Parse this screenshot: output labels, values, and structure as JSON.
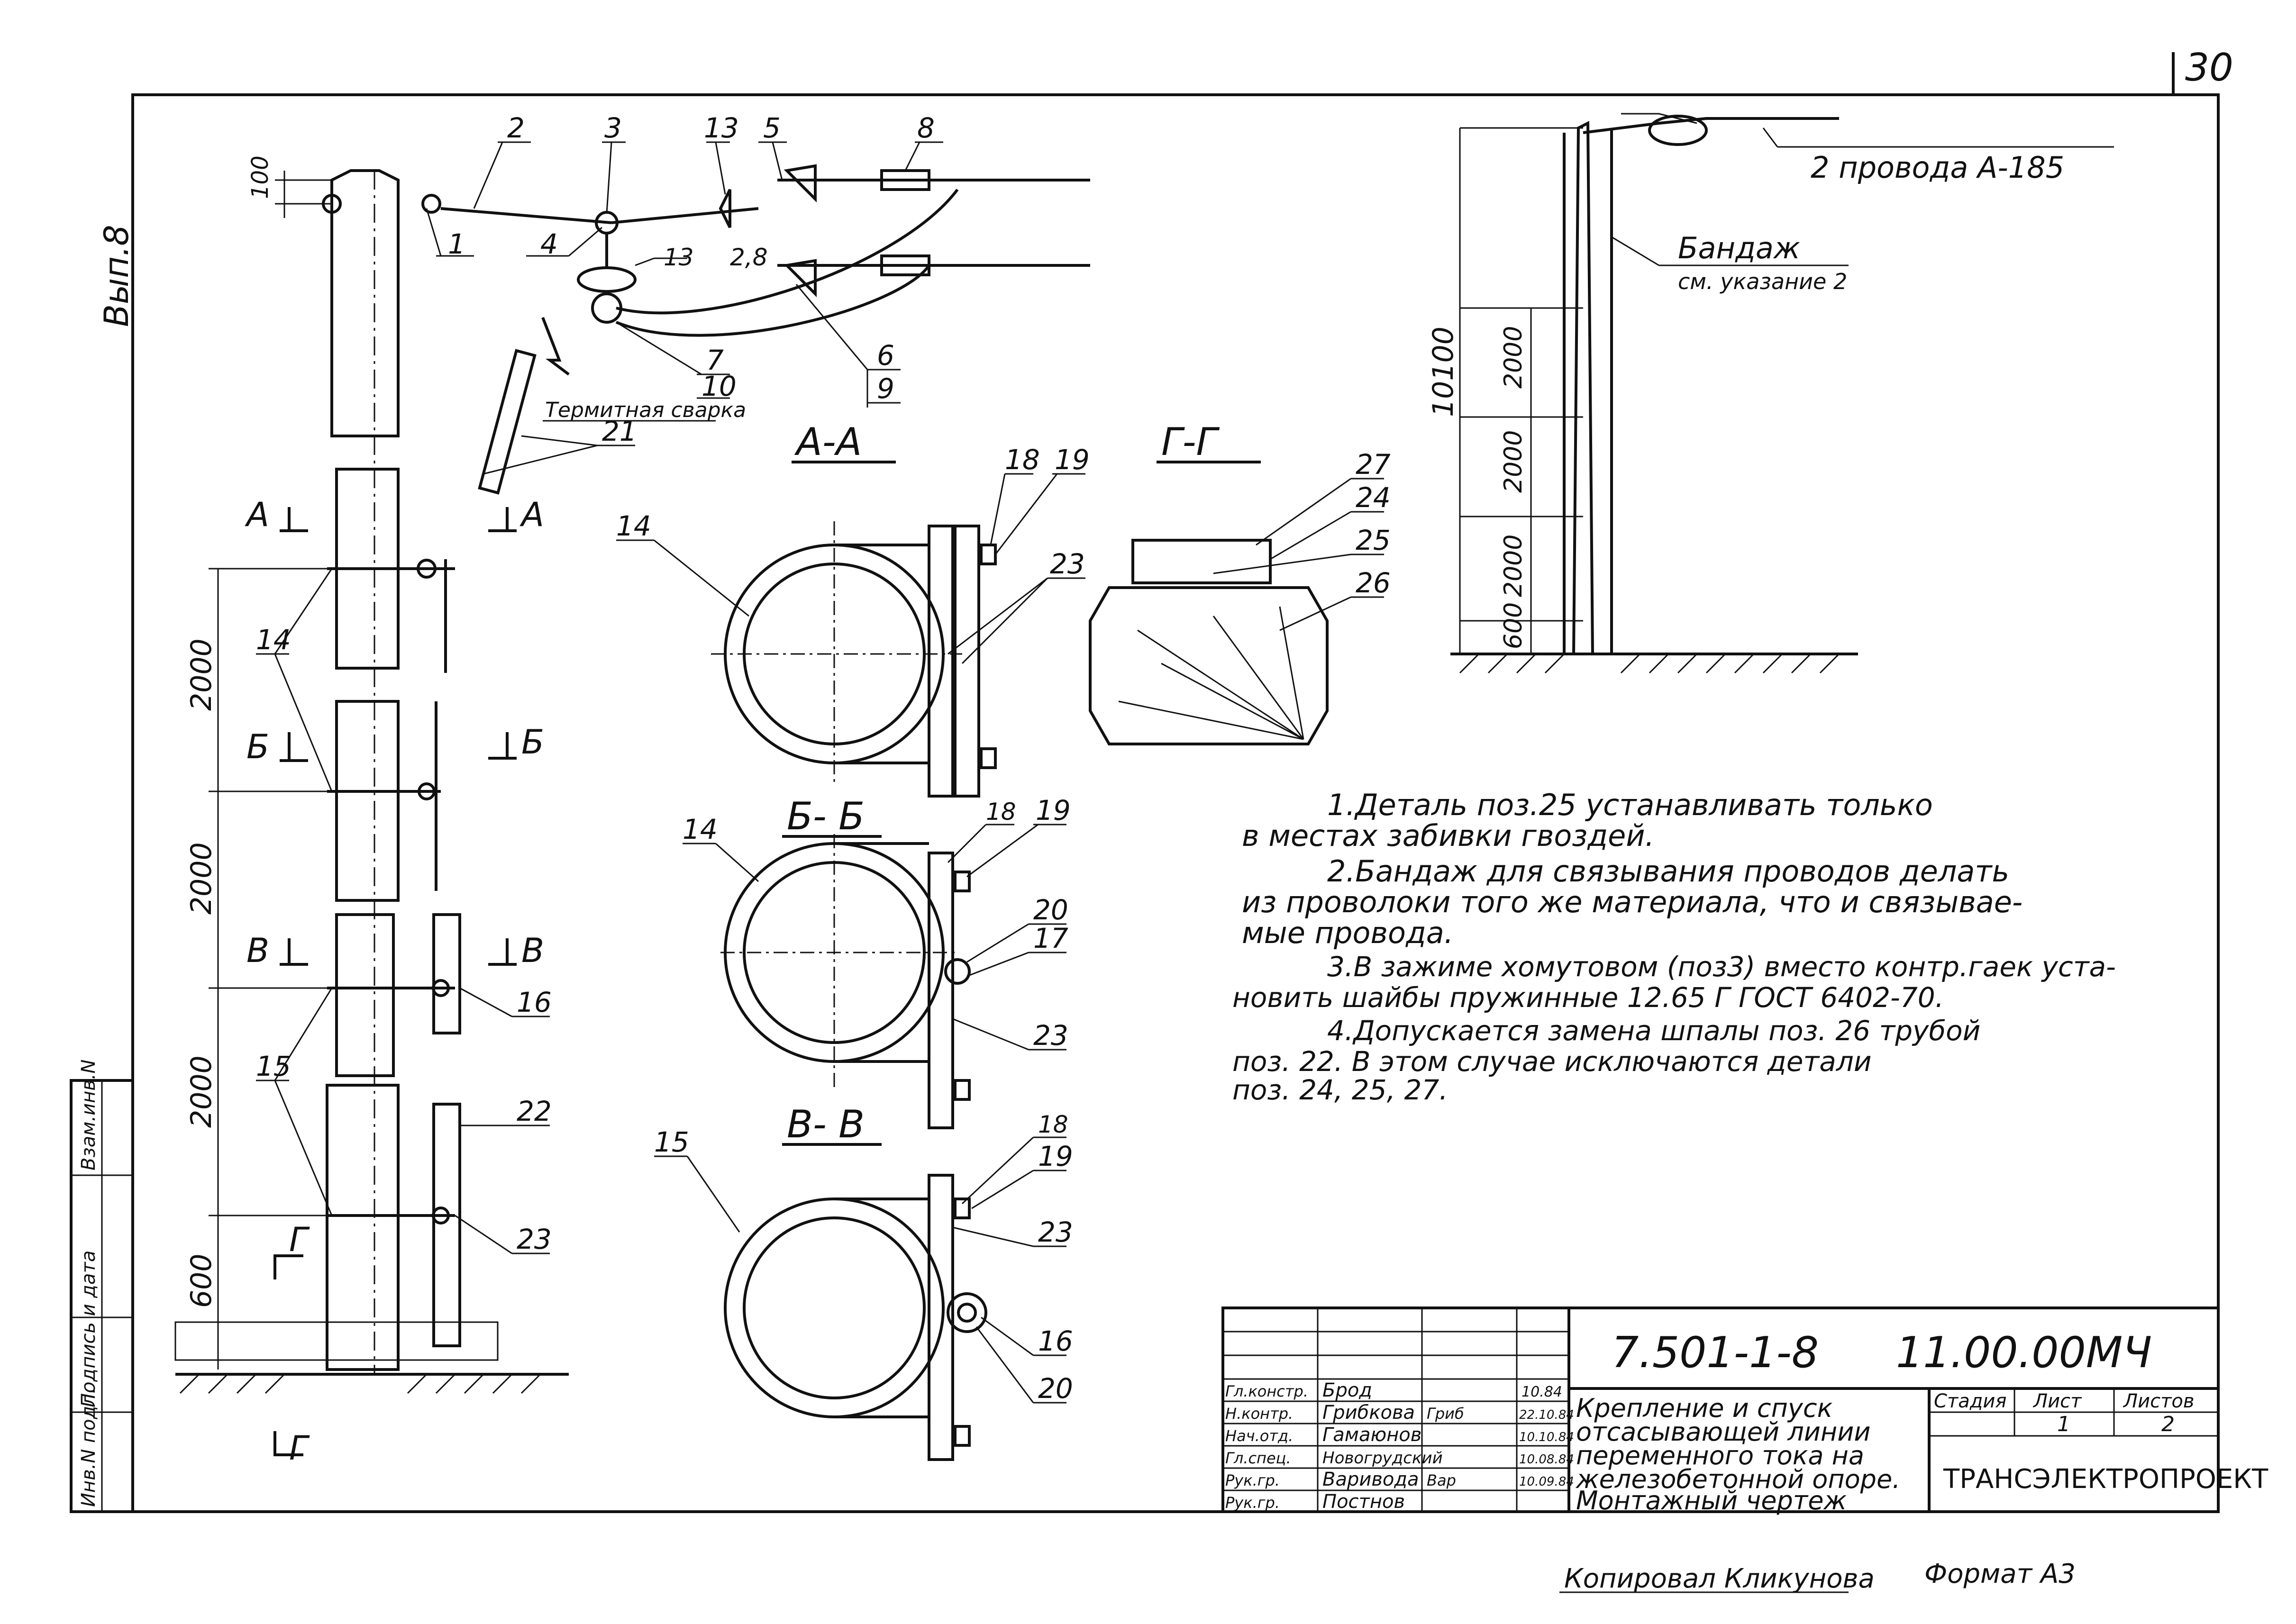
{
  "page_number": "30",
  "side_note": "Вып.8",
  "positions": {
    "p1": "1",
    "p2": "2",
    "p3": "3",
    "p4": "4",
    "p5": "5",
    "p6": "6",
    "p7": "7",
    "p8": "8",
    "p9": "9",
    "p10": "10",
    "p13": "13",
    "p13b": "13",
    "p28": "2,8",
    "p14": "14",
    "p15": "15",
    "p16": "16",
    "p17": "17",
    "p18": "18",
    "p19": "19",
    "p20": "20",
    "p21": "21",
    "p22": "22",
    "p23": "23",
    "p24": "24",
    "p25": "25",
    "p26": "26",
    "p27": "27"
  },
  "main_view": {
    "dim_100": "100",
    "dim_2000a": "2000",
    "dim_2000b": "2000",
    "dim_2000c": "2000",
    "dim_600": "600",
    "cut_a": "А",
    "cut_b": "Б",
    "cut_v": "В",
    "cut_g": "Г",
    "thermite_label": "Термитная сварка"
  },
  "sections": {
    "aa": "А-А",
    "bb": "Б- Б",
    "vv": "В- В",
    "gg": "Г-Г"
  },
  "side_view": {
    "wires_label": "2 провода  А-185",
    "bandage_label": "Бандаж",
    "bandage_ref": "см. указание 2",
    "dim_10100": "10100",
    "dim_2000a": "2000",
    "dim_2000b": "2000",
    "dim_2000c": "2000",
    "dim_600": "600"
  },
  "notes": [
    "1.Деталь поз.25 устанавливать только",
    "в местах забивки гвоздей.",
    "2.Бандаж для связывания проводов делать",
    "из проволоки того же материала, что и связывае-",
    "мые провода.",
    "3.В зажиме хомутовом (поз3) вместо контр.гаек уста-",
    "новить шайбы пружинные  12.65 Г ГОСТ 6402-70.",
    "4.Допускается замена шпалы поз. 26 трубой",
    "поз. 22. В этом случае исключаются детали",
    "поз. 24, 25, 27."
  ],
  "left_strip": {
    "inv_podl": "Инв.N подл.",
    "podpis": "Подпись и дата",
    "vzam": "Взам.инв.N"
  },
  "title_block": {
    "doc_code": "7.501-1-8",
    "doc_number": "11.00.00МЧ",
    "title_lines": [
      "Крепление и спуск",
      "отсасывающей линии",
      "переменного тока на",
      "железобетонной опоре.",
      "Монтажный чертеж"
    ],
    "roles": [
      {
        "role": "Гл.констр.",
        "name": "Брод",
        "sign": "",
        "date": "10.84"
      },
      {
        "role": "Н.контр.",
        "name": "Грибкова",
        "sign": "Гриб",
        "date": "22.10.84"
      },
      {
        "role": "Нач.отд.",
        "name": "Гамаюнов",
        "sign": "",
        "date": "10.10.84"
      },
      {
        "role": "Гл.спец.",
        "name": "Новогрудский",
        "sign": "",
        "date": "10.08.84"
      },
      {
        "role": "Рук.гр.",
        "name": "Варивода",
        "sign": "Вар",
        "date": "10.09.84"
      },
      {
        "role": "Рук.гр.",
        "name": "Постнов",
        "sign": "",
        "date": ""
      }
    ],
    "stage_hdr": "Стадия",
    "sheet_hdr": "Лист",
    "sheets_hdr": "Листов",
    "stage_val": "",
    "sheet_val": "1",
    "sheets_val": "2",
    "org": "ТРАНСЭЛЕКТРОПРОЕКТ"
  },
  "footer": {
    "copied": "Копировал Кликунова",
    "format": "Формат А3"
  }
}
